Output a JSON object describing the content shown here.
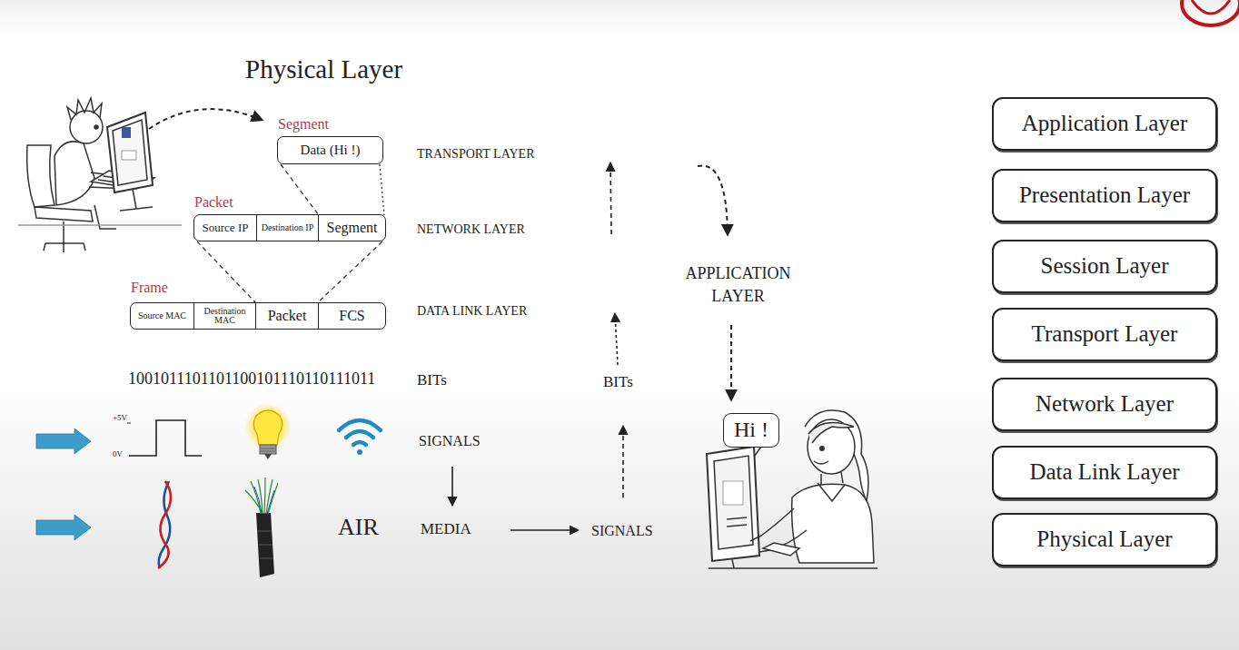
{
  "diagram": {
    "title": "Physical Layer",
    "nodes": [
      {
        "text": [
          "Segment",
          "Data (Hi !)"
        ]
      },
      {
        "text": [
          "Packet"
        ]
      },
      {
        "text": [
          "Source IP"
        ],
        "in": 1
      },
      {
        "text": [
          "Destination IP"
        ],
        "in": 1
      },
      {
        "text": [
          "Segment"
        ],
        "in": 1
      },
      {
        "text": [
          "Frame"
        ]
      },
      {
        "text": [
          "Source MAC"
        ],
        "in": 5
      },
      {
        "text": [
          "Destination MAC"
        ],
        "in": 5
      },
      {
        "text": [
          "Packet"
        ],
        "in": 5
      },
      {
        "text": [
          "FCS"
        ],
        "in": 5
      },
      {
        "text": [
          "Hi !"
        ]
      },
      {
        "text": [
          "Application Layer"
        ]
      },
      {
        "text": [
          "Presentation Layer"
        ]
      },
      {
        "text": [
          "Session Layer"
        ]
      },
      {
        "text": [
          "Transport Layer"
        ]
      },
      {
        "text": [
          "Network Layer"
        ]
      },
      {
        "text": [
          "Data Link Layer"
        ]
      },
      {
        "text": [
          "Physical Layer"
        ]
      }
    ],
    "edges": [
      {
        "from": 0,
        "to": 4,
        "arrow": "none"
      },
      {
        "from": 0,
        "to": 4,
        "arrow": "none"
      },
      {
        "from": 1,
        "to": 8,
        "arrow": "none"
      },
      {
        "from": 1,
        "to": 8,
        "arrow": "none"
      }
    ],
    "labels": [
      "TRANSPORT LAYER",
      "NETWORK LAYER",
      "DATA LINK LAYER",
      "1001011101101100101110110111011",
      "BITs",
      "+5V",
      "0V",
      "SIGNALS",
      "AIR",
      "MEDIA",
      "SIGNALS",
      "BITs",
      "APPLICATION LAYER"
    ]
  }
}
